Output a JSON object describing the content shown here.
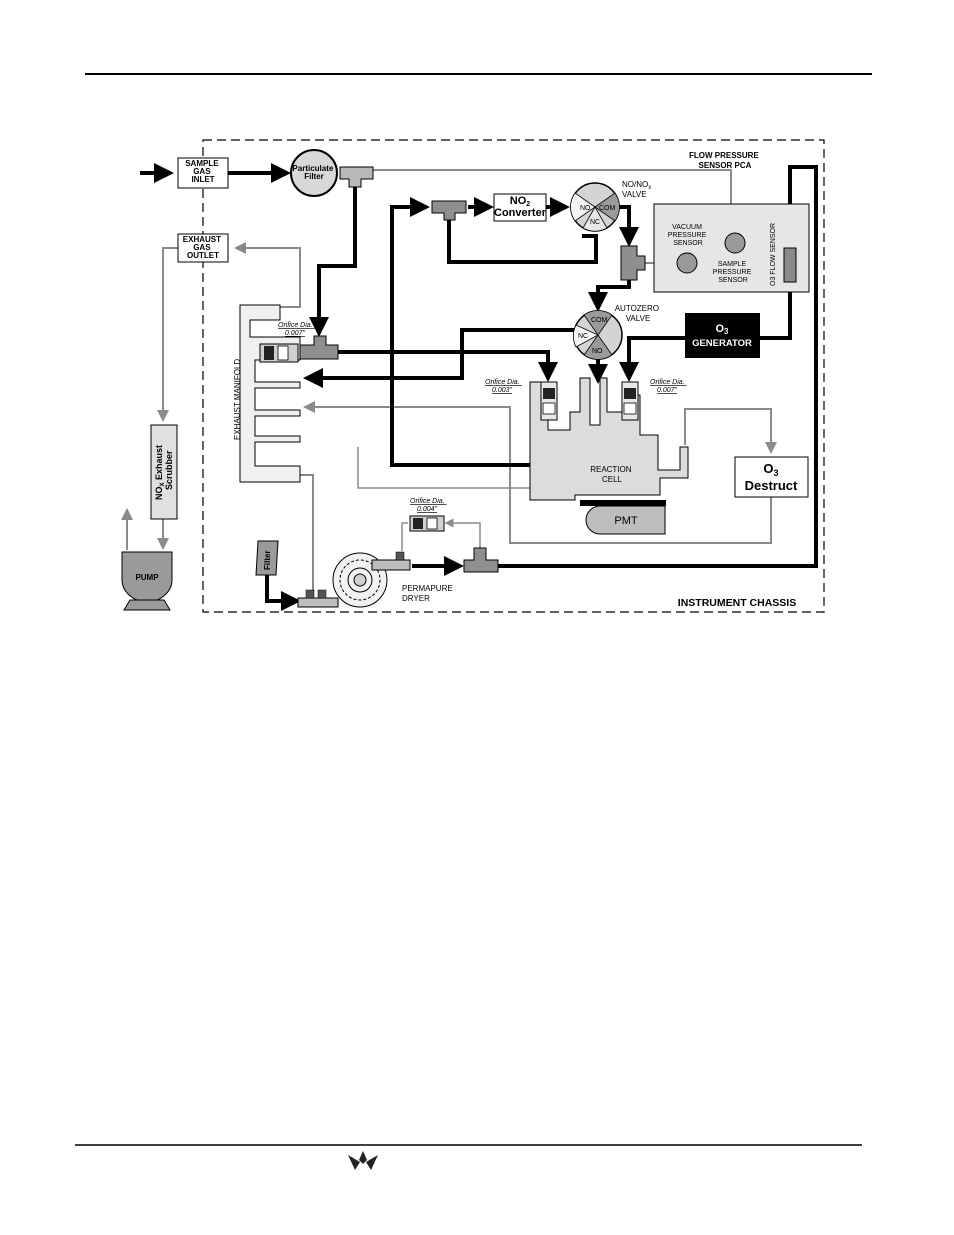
{
  "labels": {
    "sample_gas_inlet": [
      "SAMPLE",
      "GAS",
      "INLET"
    ],
    "particulate_filter": [
      "Particulate",
      "Filter"
    ],
    "exhaust_gas_outlet": [
      "EXHAUST",
      "GAS",
      "OUTLET"
    ],
    "flow_pressure_sensor_pca": [
      "FLOW PRESSURE",
      "SENSOR PCA"
    ],
    "no2_converter": {
      "main": "NO",
      "sub": "2",
      "line2": "Converter"
    },
    "no_nox_valve": {
      "line1": "NO/NO",
      "sub": "x",
      "line2": "VALVE",
      "port_no": "NO",
      "port_com": "COM",
      "port_nc": "NC"
    },
    "vacuum_pressure_sensor": [
      "VACUUM",
      "PRESSURE",
      "SENSOR"
    ],
    "sample_pressure_sensor": [
      "SAMPLE",
      "PRESSURE",
      "SENSOR"
    ],
    "o3_flow_sensor": "O3 FLOW SENSOR",
    "autozero_valve": {
      "line1": "AUTOZERO",
      "line2": "VALVE",
      "port_com": "COM",
      "port_nc": "NC",
      "port_no": "NO"
    },
    "o3_generator": {
      "main": "O",
      "sub": "3",
      "line2": "GENERATOR"
    },
    "exhaust_manifold": "EXHAUST MANIFOLD",
    "orifice_left": [
      "Orifice Dia.",
      "0.007\""
    ],
    "orifice_center": [
      "Orifice Dia.",
      "0.003\""
    ],
    "orifice_right": [
      "Orifice Dia.",
      "0.007\""
    ],
    "orifice_dryer": [
      "Orifice Dia.",
      "0.004\""
    ],
    "reaction_cell": [
      "REACTION",
      "CELL"
    ],
    "pmt": "PMT",
    "o3_destruct": {
      "main": "O",
      "sub": "3",
      "line2": "Destruct"
    },
    "nox_exhaust_scrubber": {
      "main": "NO",
      "sub": "X",
      "rest": " Exhaust",
      "line2": "Scrubber"
    },
    "pump": "PUMP",
    "filter": "Filter",
    "permapure_dryer": [
      "PERMAPURE",
      "DRYER"
    ],
    "instrument_chassis": "INSTRUMENT CHASSIS"
  }
}
